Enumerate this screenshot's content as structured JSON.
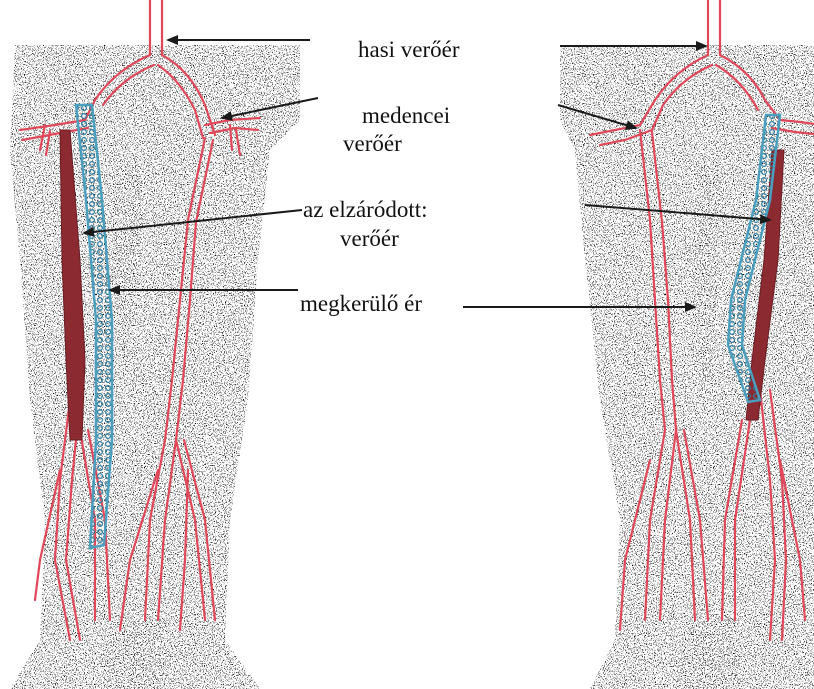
{
  "labels": {
    "abdominal_artery": "hasi verőér",
    "pelvic_artery_line1": "medencei",
    "pelvic_artery_line2": "verőér",
    "occluded_line1": "az elzáródott:",
    "occluded_line2": "verőér",
    "bypass": "megkerülő ér"
  },
  "colors": {
    "artery": "#e0485a",
    "occluded": "#8b2a30",
    "bypass_vessel": "#4a9fbf",
    "shading": "#555555",
    "arrow": "#1a1a1a"
  }
}
